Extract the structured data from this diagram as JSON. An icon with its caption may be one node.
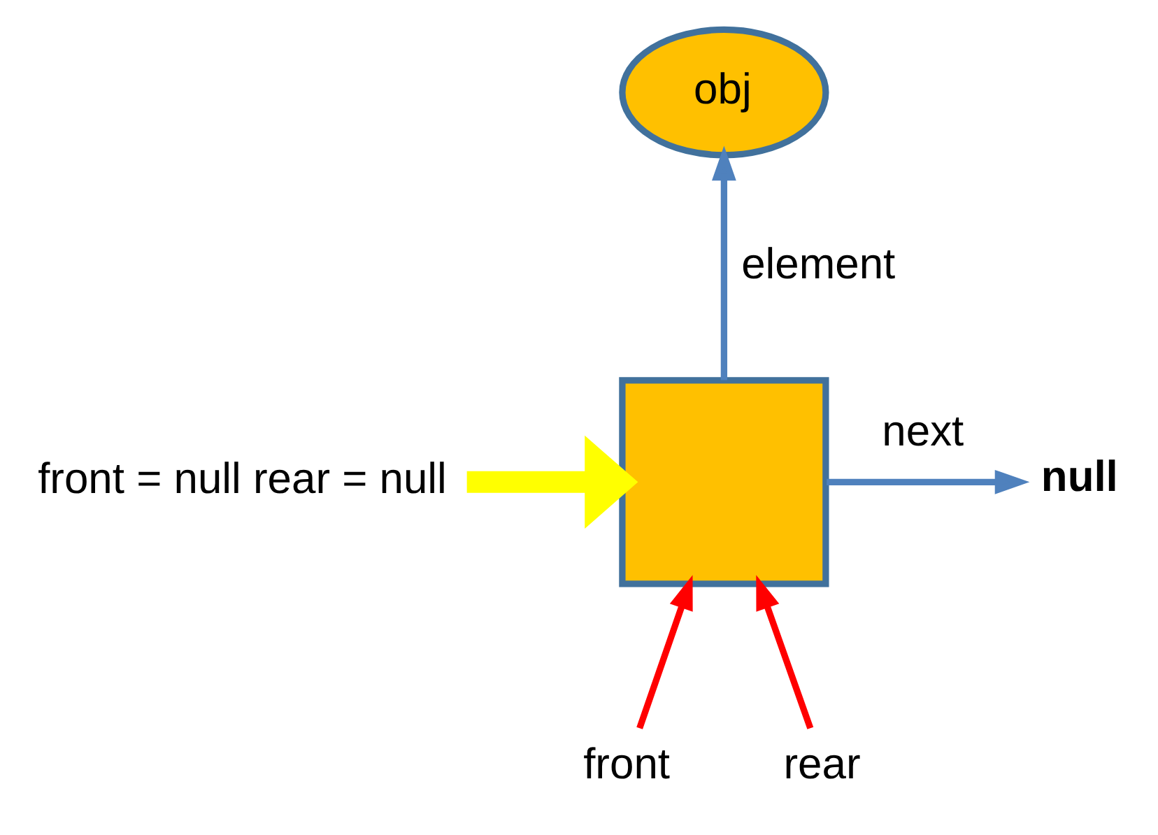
{
  "diagram": {
    "nodes": [
      {
        "text": [
          "front = null rear = null"
        ]
      },
      {
        "text": [],
        "shape": "box"
      },
      {
        "text": [
          "obj"
        ]
      },
      {
        "text": [
          "null"
        ]
      },
      {
        "text": [
          "front"
        ]
      },
      {
        "text": [
          "rear"
        ]
      }
    ],
    "edges": [
      {
        "from": 0,
        "to": 1,
        "arrow": "to",
        "style": "thick",
        "color": "#ffff00"
      },
      {
        "from": 1,
        "to": 2,
        "arrow": "to",
        "label": "element",
        "color": "#4f81bd"
      },
      {
        "from": 1,
        "to": 3,
        "arrow": "to",
        "label": "next",
        "color": "#4f81bd"
      },
      {
        "from": 4,
        "to": 1,
        "arrow": "to",
        "color": "#ff0000"
      },
      {
        "from": 5,
        "to": 1,
        "arrow": "to",
        "color": "#ff0000"
      }
    ]
  }
}
